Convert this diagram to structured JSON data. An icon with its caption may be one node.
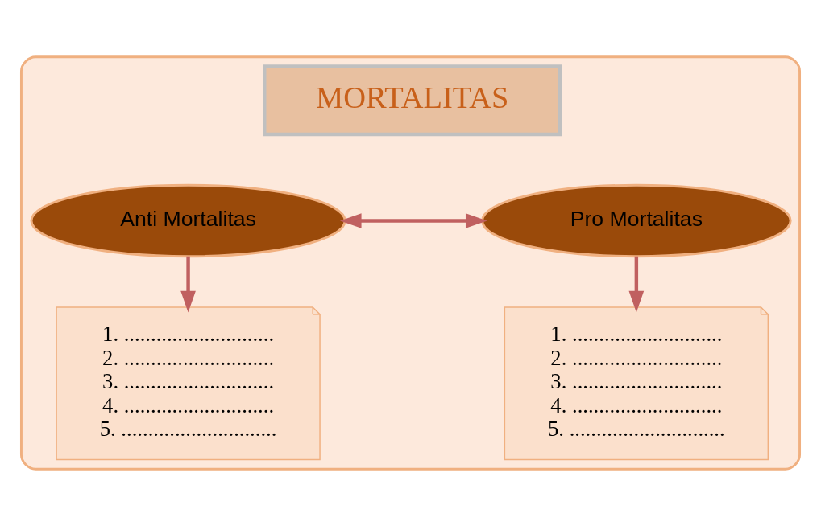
{
  "diagram": {
    "nodes": [
      {
        "text": [],
        "shape": "box"
      },
      {
        "text": [
          "MORTALITAS"
        ],
        "in": 0
      },
      {
        "text": [
          "Anti Mortalitas"
        ],
        "in": 0
      },
      {
        "text": [
          "Pro Mortalitas"
        ],
        "in": 0
      },
      {
        "text": [
          "1. ............................",
          "2. ............................",
          "3. ............................",
          "4. ............................",
          "5. ............................."
        ],
        "in": 0
      },
      {
        "text": [
          "1. ............................",
          "2. ............................",
          "3. ............................",
          "4. ............................",
          "5. ............................."
        ],
        "in": 0
      }
    ],
    "edges": [
      {
        "from": 2,
        "to": 3,
        "arrow": "both"
      },
      {
        "from": 2,
        "to": 4,
        "arrow": "to"
      },
      {
        "from": 3,
        "to": 5,
        "arrow": "to"
      }
    ]
  }
}
